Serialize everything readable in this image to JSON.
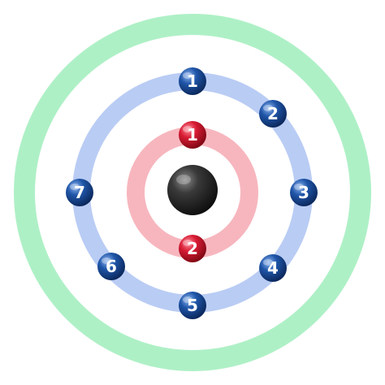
{
  "colors": {
    "background": "#ffffff",
    "outer_shell": "#aef0c6",
    "middle_shell": "#b9ccf4",
    "inner_shell": "#f7b6be",
    "nucleus": "#2b2b2b",
    "electron_inner": "#d81c34",
    "electron_middle": "#1f55a8",
    "label": "#ffffff"
  },
  "shells": [
    {
      "name": "inner-shell",
      "electron_color": "electron_inner",
      "electrons": [
        "1",
        "2"
      ]
    },
    {
      "name": "middle-shell",
      "electron_color": "electron_middle",
      "electrons": [
        "1",
        "2",
        "3",
        "4",
        "5",
        "6",
        "7"
      ]
    },
    {
      "name": "outer-shell",
      "electron_color": "electron_middle",
      "electrons": []
    }
  ]
}
